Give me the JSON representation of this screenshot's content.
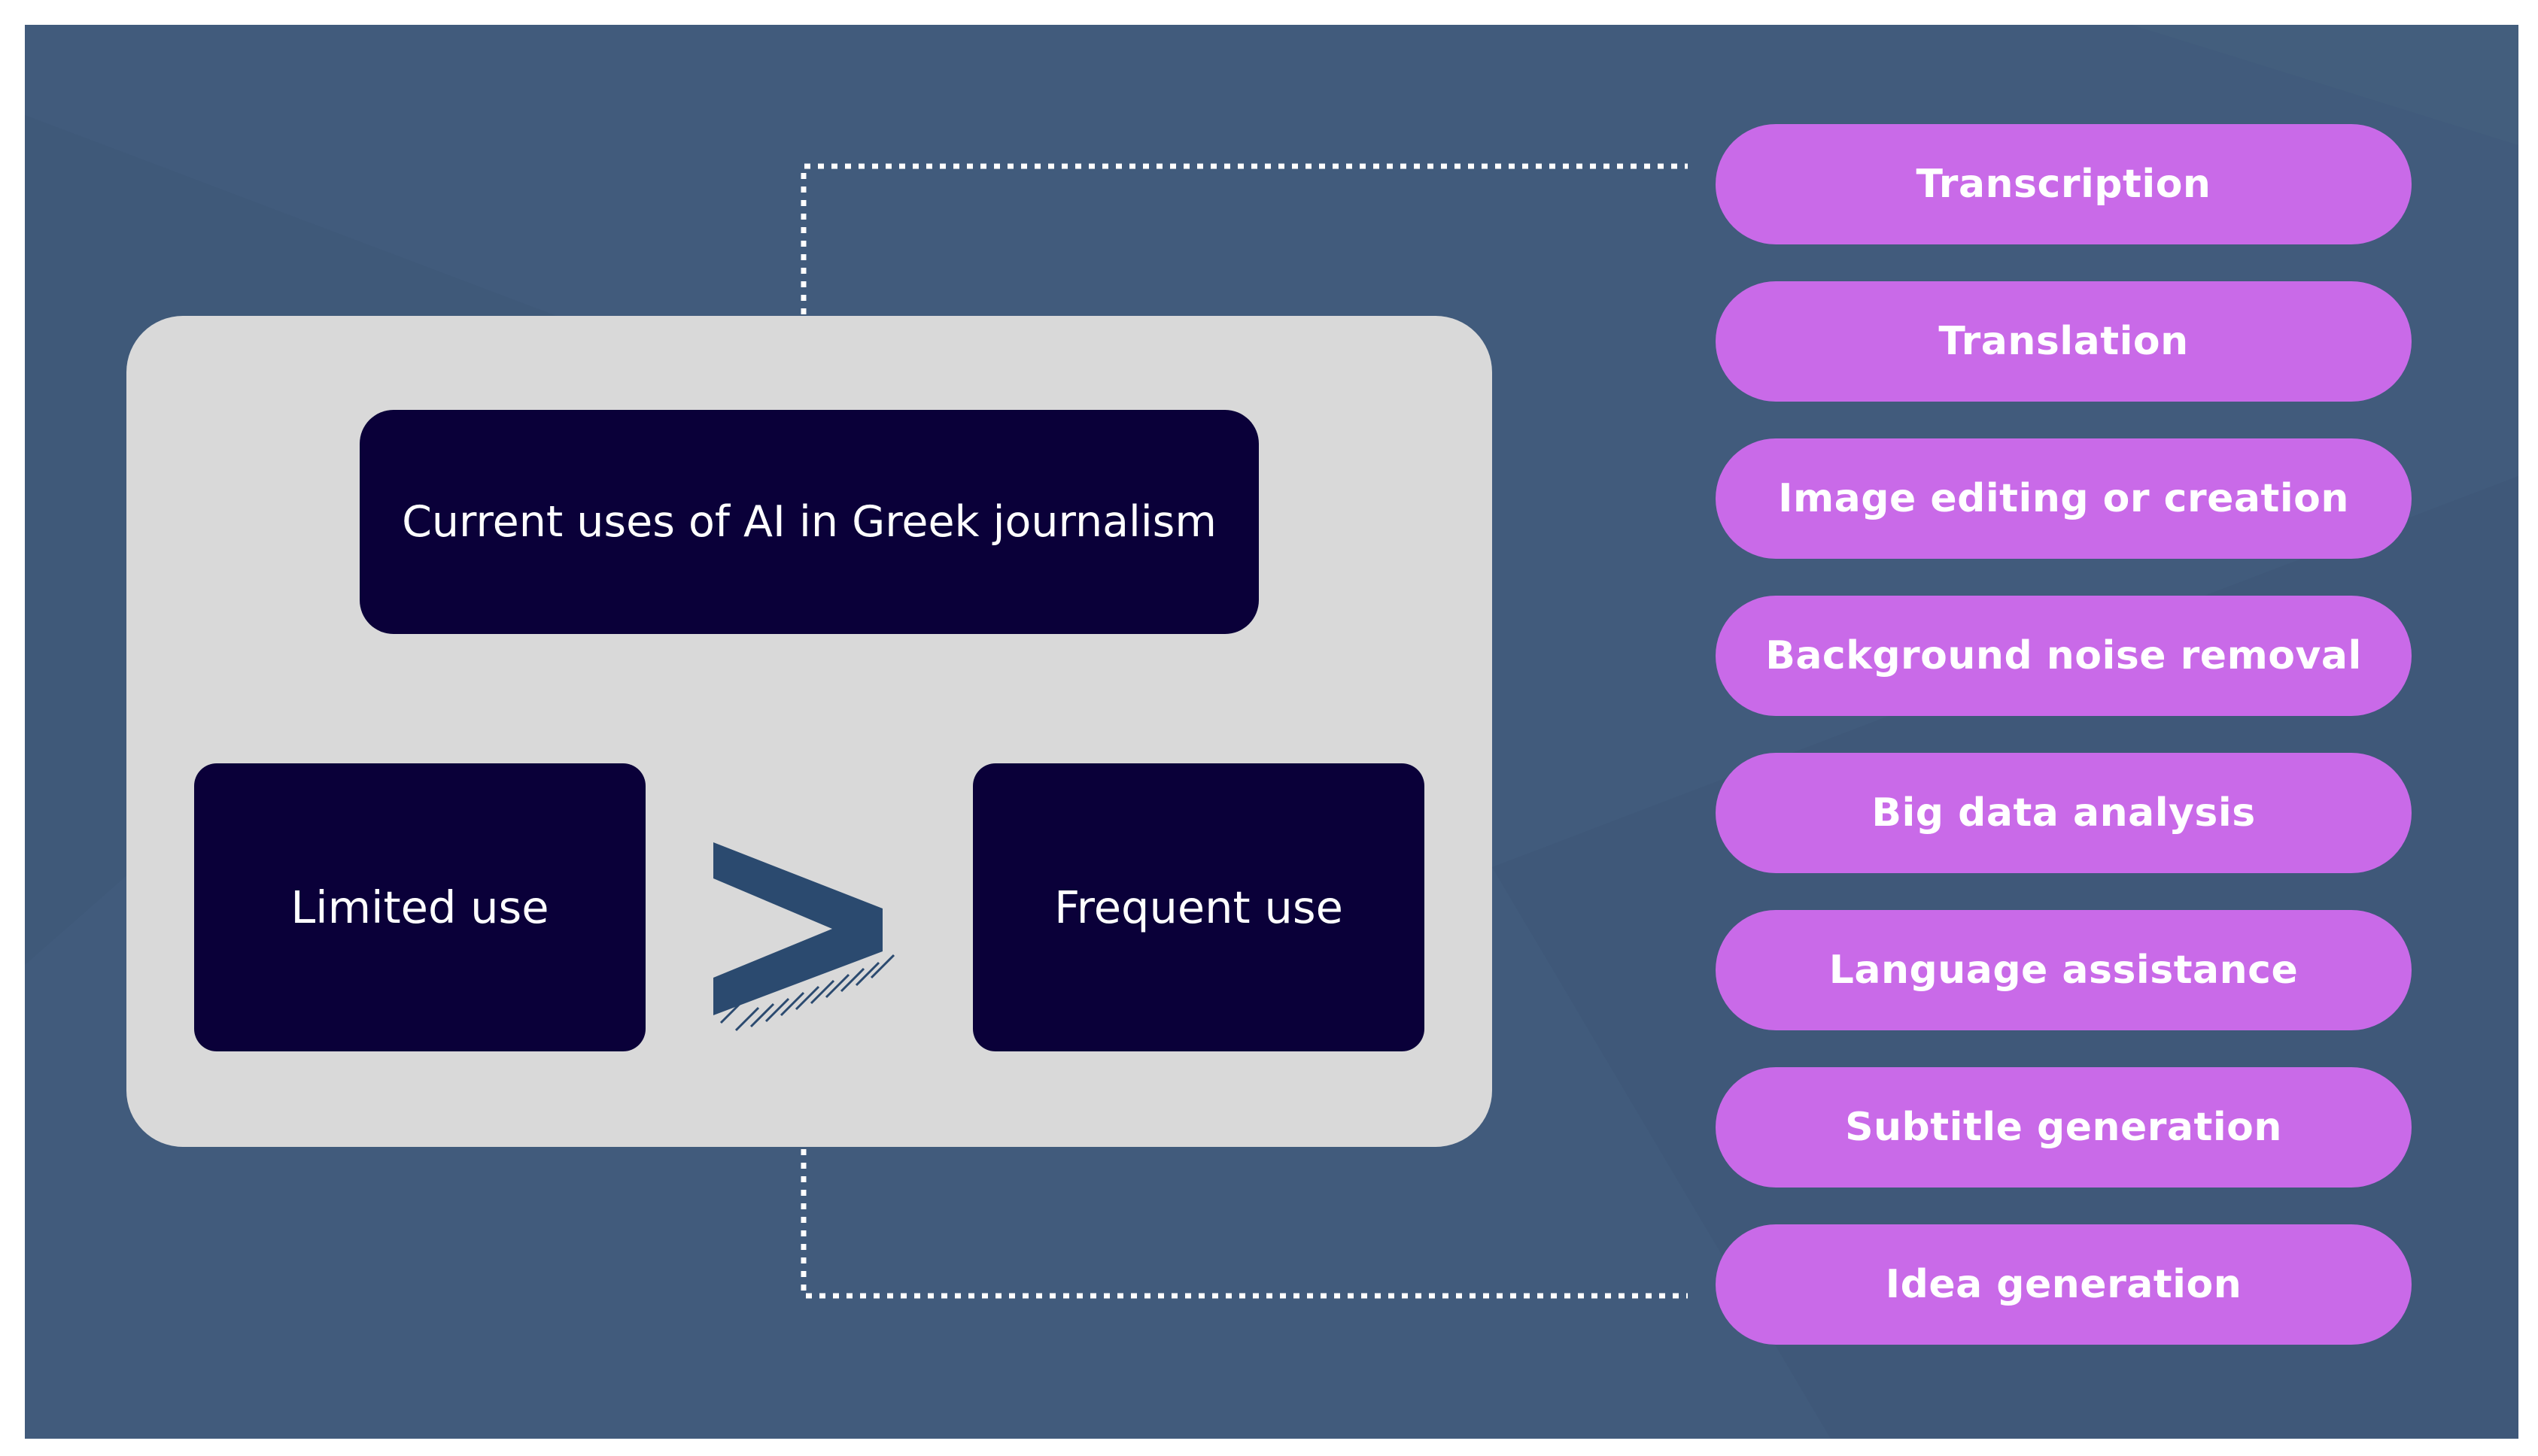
{
  "colors": {
    "background": "#415b7c",
    "panel": "#d9d9d9",
    "dark_box": "#0a0039",
    "pill": "#c96ae8",
    "connector": "#ffffff",
    "symbol": "#2b4a6f"
  },
  "center": {
    "title": "Current uses of AI in Greek journalism",
    "left_label": "Limited use",
    "right_label": "Frequent use",
    "comparison_symbol": "greater-than"
  },
  "uses": [
    {
      "label": "Transcription"
    },
    {
      "label": "Translation"
    },
    {
      "label": "Image editing or creation"
    },
    {
      "label": "Background noise removal"
    },
    {
      "label": "Big data analysis"
    },
    {
      "label": "Language assistance"
    },
    {
      "label": "Subtitle generation"
    },
    {
      "label": "Idea generation"
    }
  ]
}
